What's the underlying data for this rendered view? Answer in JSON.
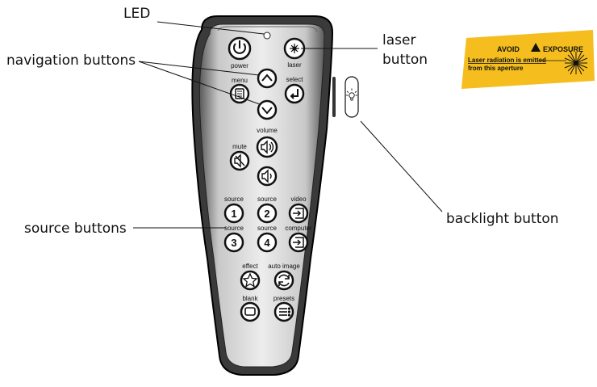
{
  "callouts": {
    "led": "LED",
    "navigation": "navigation buttons",
    "laser_line1": "laser",
    "laser_line2": "button",
    "source": "source buttons",
    "backlight": "backlight button"
  },
  "warning_label": {
    "line1_left": "AVOID",
    "line1_right": "EXPOSURE",
    "line2": "Laser radiation is emitted",
    "line3": "from this aperture",
    "background_color": "#F5BE1E"
  },
  "remote": {
    "buttons": {
      "power": "power",
      "laser": "laser",
      "menu": "menu",
      "select": "select",
      "volume": "volume",
      "mute": "mute",
      "source1_label": "source",
      "source1_number": "1",
      "source2_label": "source",
      "source2_number": "2",
      "video": "video",
      "source3_label": "source",
      "source3_number": "3",
      "source4_label": "source",
      "source4_number": "4",
      "computer": "computer",
      "effect": "effect",
      "auto_image": "auto image",
      "blank": "blank",
      "presets": "presets"
    },
    "icons": {
      "power": "power-icon",
      "laser": "laser-burst-icon",
      "up": "chevron-up-icon",
      "down": "chevron-down-icon",
      "menu": "menu-icon",
      "select": "enter-arrow-icon",
      "volume_up": "speaker-loud-icon",
      "volume_down": "speaker-quiet-icon",
      "mute": "speaker-mute-icon",
      "video": "input-arrow-icon",
      "computer": "input-arrow-icon",
      "effect": "star-icon",
      "auto_image": "refresh-icon",
      "blank": "blank-screen-icon",
      "presets": "list-icon",
      "backlight": "bulb-icon"
    }
  }
}
